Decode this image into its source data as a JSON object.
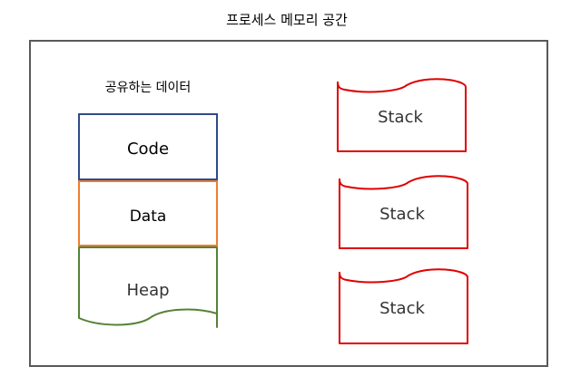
{
  "title": "프로세스 메모리 공간",
  "shared_label": "공유하는 데이터",
  "segments": {
    "code": {
      "label": "Code",
      "color": "#2F4A8A"
    },
    "data": {
      "label": "Data",
      "color": "#ED7D31"
    },
    "heap": {
      "label": "Heap",
      "color": "#548235"
    }
  },
  "stacks": [
    {
      "label": "Stack"
    },
    {
      "label": "Stack"
    },
    {
      "label": "Stack"
    }
  ],
  "colors": {
    "frame": "#595959",
    "stack": "#E00000",
    "text": "#000000",
    "muted_text": "#333333"
  }
}
